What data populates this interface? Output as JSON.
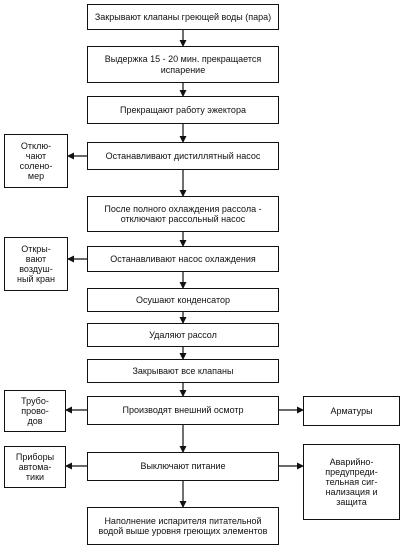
{
  "steps": [
    "Закрывают клапаны греющей воды (пара)",
    "Выдержка 15 - 20 мин. прекращается испарение",
    "Прекращают работу эжектора",
    "Останавливают дистиллятный насос",
    "После полного охлаждения рассола - отключают  рассольный насос",
    "Останавливают насос охлаждения",
    "Осушают конденсатор",
    "Удаляют рассол",
    "Закрывают все клапаны",
    "Производят внешний осмотр",
    "Выключают питание",
    "Наполнение испарителя питательной водой выше уровня греющих элементов"
  ],
  "side_left": [
    "Отклю-\nчают\nсолено-\nмер",
    "Откры-\nвают\nвоздуш-\nный кран",
    "Трубо-\nпрово-\nдов",
    "Приборы\nавтома-\nтики"
  ],
  "side_right": [
    "Арматуры",
    "Аварийно-\nпредупреди-\nтельная сиг-\nнализация и\nзащита"
  ]
}
